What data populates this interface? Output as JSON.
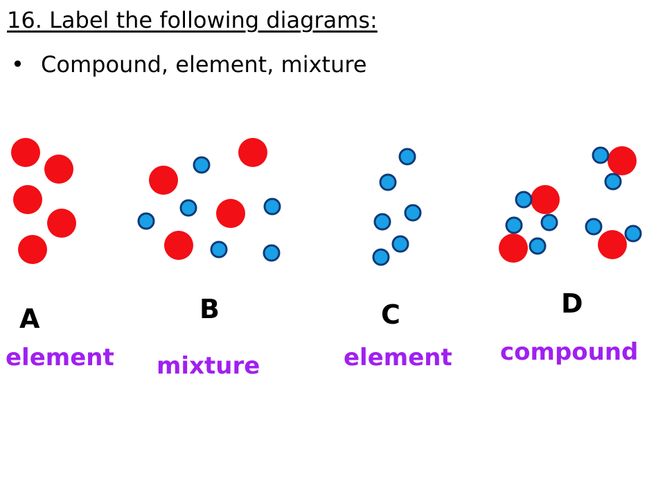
{
  "title": "16. Label the following diagrams:",
  "bullet": "Compound, element, mixture",
  "colors": {
    "red_atom": "#f20f16",
    "blue_atom": "#1aa0e6",
    "blue_atom_stroke": "#103a78",
    "answer": "#a020f0"
  },
  "panels": [
    {
      "letter": "A",
      "answer": "element"
    },
    {
      "letter": "B",
      "answer": "mixture"
    },
    {
      "letter": "C",
      "answer": "element"
    },
    {
      "letter": "D",
      "answer": "compound"
    }
  ]
}
